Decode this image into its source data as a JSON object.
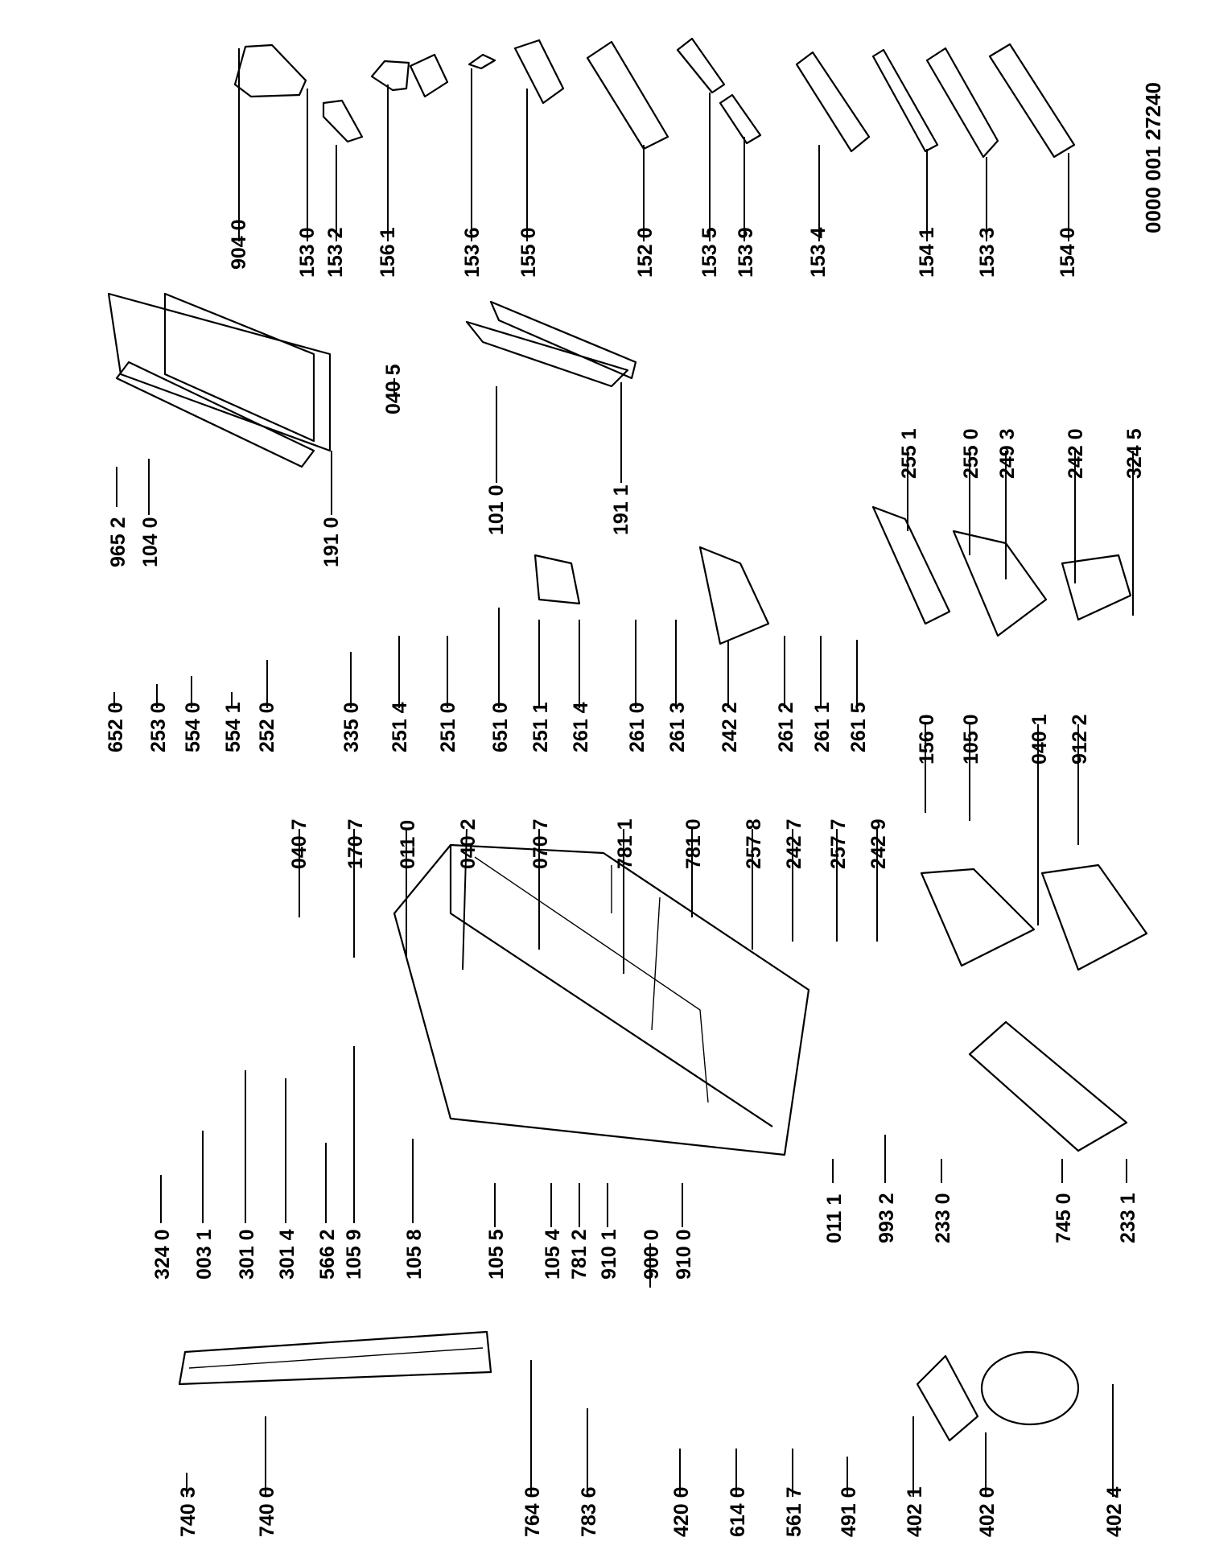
{
  "drawing_code": "0000 001 27240",
  "colors": {
    "ink": "#000000",
    "paper": "#ffffff"
  },
  "labels": [
    "904 0",
    "153 0",
    "153 2",
    "156 1",
    "153 6",
    "155 0",
    "152 0",
    "153 5",
    "153 9",
    "153 4",
    "154 1",
    "153 3",
    "154 0",
    "965 2",
    "104 0",
    "191 0",
    "040 5",
    "101 0",
    "191 1",
    "255 1",
    "255 0",
    "249 3",
    "242 0",
    "324 5",
    "652 0",
    "253 0",
    "554 0",
    "554 1",
    "252 0",
    "335 0",
    "251 4",
    "251 0",
    "651 0",
    "251 1",
    "261 4",
    "261 0",
    "261 3",
    "242 2",
    "261 2",
    "261 1",
    "261 5",
    "156 0",
    "105 0",
    "040 1",
    "912 2",
    "040 7",
    "170 7",
    "011 0",
    "040 2",
    "070 7",
    "781 1",
    "781 0",
    "257 8",
    "242 7",
    "257 7",
    "242 9",
    "324 0",
    "003 1",
    "301 0",
    "301 4",
    "566 2",
    "105 9",
    "105 8",
    "105 5",
    "105 4",
    "781 2",
    "910 1",
    "900 0",
    "910 0",
    "011 1",
    "993 2",
    "233 0",
    "745 0",
    "233 1",
    "740 3",
    "740 0",
    "764 0",
    "783 6",
    "420 0",
    "614 0",
    "561 7",
    "491 0",
    "402 1",
    "402 0",
    "402 4"
  ]
}
